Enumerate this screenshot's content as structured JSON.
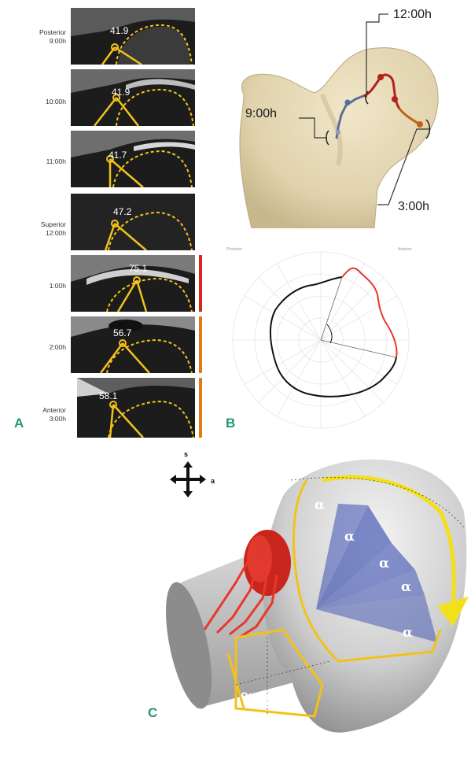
{
  "panel_letters": {
    "a": "A",
    "b": "B",
    "c": "C"
  },
  "mri_rows": [
    {
      "label1": "Posterior",
      "label2": "9:00h",
      "angle": "41.9",
      "bar_color": ""
    },
    {
      "label1": "",
      "label2": "10:00h",
      "angle": "41.9",
      "bar_color": ""
    },
    {
      "label1": "",
      "label2": "11:00h",
      "angle": "41.7",
      "bar_color": ""
    },
    {
      "label1": "Superior",
      "label2": "12:00h",
      "angle": "47.2",
      "bar_color": ""
    },
    {
      "label1": "",
      "label2": "1:00h",
      "angle": "75.1",
      "bar_color": "#d7261e"
    },
    {
      "label1": "",
      "label2": "2:00h",
      "angle": "56.7",
      "bar_color": "#e07a14"
    },
    {
      "label1": "Anterior",
      "label2": "3:00h",
      "angle": "58.1",
      "bar_color": "#e07a14"
    }
  ],
  "femur": {
    "label_12": "12:00h",
    "label_9": "9:00h",
    "label_3": "3:00h"
  },
  "radar": {
    "left_label": "Posterior",
    "right_label": "Anterior"
  },
  "axis": {
    "s": "s",
    "a": "a"
  },
  "head_c": {
    "alpha": "α",
    "omega": "omega"
  },
  "colors": {
    "accent_yellow": "#f2c21b",
    "red_profile": "#e8382d",
    "orange_profile": "#d8731a",
    "blue_sector": "#3a4fb0",
    "letter_green": "#1e9a6e"
  }
}
